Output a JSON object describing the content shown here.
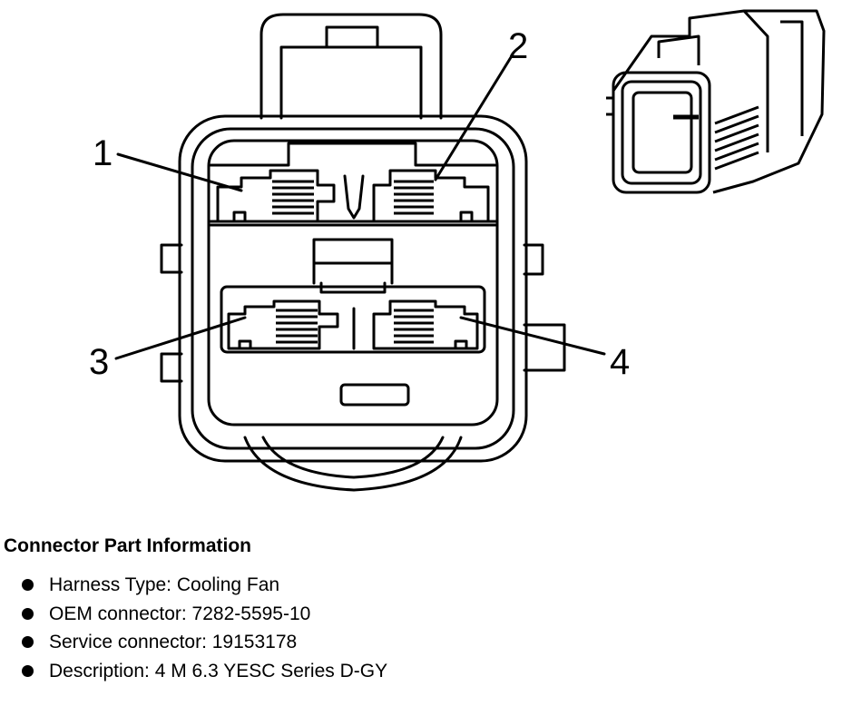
{
  "pin_labels": [
    "1",
    "2",
    "3",
    "4"
  ],
  "info": {
    "title": "Connector Part Information",
    "items": [
      "Harness Type: Cooling Fan",
      "OEM connector: 7282-5595-10",
      "Service connector: 19153178",
      "Description: 4 M 6.3 YESC Series D-GY"
    ]
  }
}
